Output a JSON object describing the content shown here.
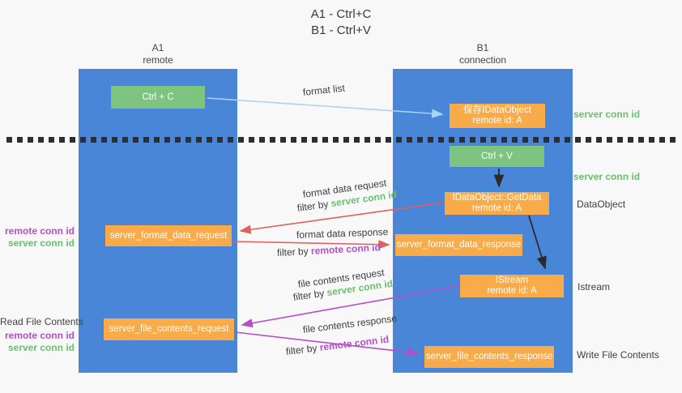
{
  "colors": {
    "background": "#f8f8f8",
    "column_blue": "#4a86d8",
    "box_green": "#7cc47f",
    "box_orange": "#f9ab49",
    "arrow_light_blue": "#a9d3ee",
    "arrow_black": "#2b2b2b",
    "arrow_red": "#e0605b",
    "accent_purple": "#b44ec6",
    "accent_green": "#6abf6e",
    "text_dark": "#3f3f3f"
  },
  "title": {
    "line1": "A1 - Ctrl+C",
    "line2": "B1 - Ctrl+V"
  },
  "columns": {
    "left": {
      "name": "A1",
      "role": "remote"
    },
    "right": {
      "name": "B1",
      "role": "connection"
    }
  },
  "boxes": {
    "ctrl_c": {
      "label": "Ctrl + C"
    },
    "save_dataobject": {
      "line1": "保存IDataObject",
      "line2": "remote id: A"
    },
    "ctrl_v": {
      "label": "Ctrl + V"
    },
    "getdata": {
      "line1": "IDataObject::GetData",
      "line2": "remote id: A"
    },
    "format_request": {
      "label": "server_format_data_request"
    },
    "format_response": {
      "label": "server_format_data_response"
    },
    "istream": {
      "line1": "IStream",
      "line2": "remote id: A"
    },
    "file_request": {
      "label": "server_file_contents_request"
    },
    "file_response": {
      "label": "server_file_contents_response"
    }
  },
  "flow_labels": {
    "format_list": "format list",
    "format_request": {
      "title": "format data request",
      "filter_prefix": "filter by ",
      "filter_key": "server conn id"
    },
    "format_response": {
      "title": "format data response",
      "filter_prefix": "filter by ",
      "filter_key": "remote conn id"
    },
    "file_request": {
      "title": "file contents request",
      "filter_prefix": "filter by ",
      "filter_key": "server conn id"
    },
    "file_response": {
      "title": "file contents response",
      "filter_prefix": "filter by ",
      "filter_key": "remote conn id"
    }
  },
  "left_labels": {
    "remote_conn_id_top": "remote conn id",
    "server_conn_id_top": "server conn id",
    "read_file_contents": "Read File Contents",
    "remote_conn_id_bottom": "remote conn id",
    "server_conn_id_bottom": "server conn id"
  },
  "right_labels": {
    "server_conn_id_top": "server conn id",
    "server_conn_id_mid": "server conn id",
    "dataobject": "DataObject",
    "istream": "Istream",
    "write_file_contents": "Write File Contents"
  }
}
